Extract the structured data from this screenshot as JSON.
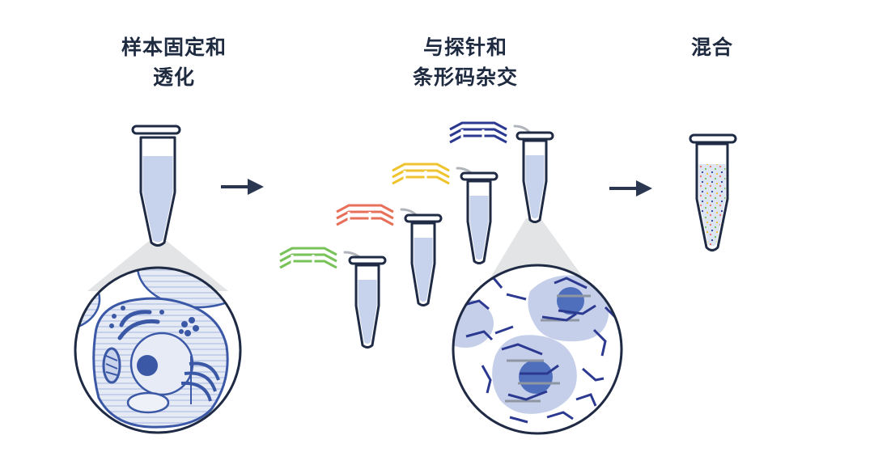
{
  "steps": [
    {
      "line1": "样本固定和",
      "line2": "透化"
    },
    {
      "line1": "与探针和",
      "line2": "条形码杂交"
    },
    {
      "line1": "混合",
      "line2": ""
    }
  ],
  "colors": {
    "outline": "#1f2a44",
    "liquid": "#c7d3ec",
    "cell": "#3a58a6",
    "probe_green": "#79c25a",
    "probe_red": "#e8705a",
    "probe_yellow": "#f0c330",
    "probe_blue": "#2c3990",
    "arrow": "#2b3650",
    "cone": "#e3e4e6",
    "barcode_gray": "#8f96a3"
  },
  "icons": [
    "tube-icon",
    "arrow-right-icon",
    "cell-zoom-icon",
    "probe-icon",
    "hybridized-cells-icon",
    "mixed-tube-icon"
  ]
}
